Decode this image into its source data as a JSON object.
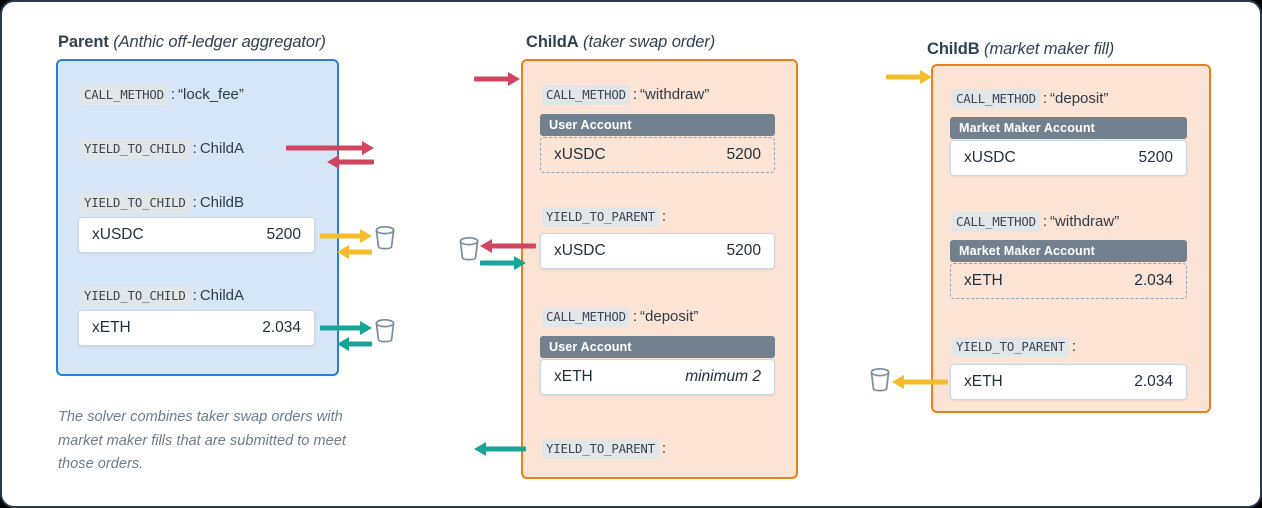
{
  "diagram": {
    "title_hint": "Anthic off-ledger aggregator parent/child transaction diagram",
    "colors": {
      "parent_fill": "#d6e6f7",
      "parent_border": "#2a7fd4",
      "child_fill": "#fbe4d5",
      "child_border": "#e8801c",
      "account_header": "#73818f",
      "arrow_red": "#cf4660",
      "arrow_teal": "#16a597",
      "arrow_yellow": "#f5bc2b",
      "keyword_chip": "#e3e6e9",
      "text": "#2f3b47",
      "caption_text": "#6d7c8c",
      "bucket_outline": "#7b8c9c"
    }
  },
  "columns": [
    {
      "id": "parent",
      "title_bold": "Parent",
      "title_italic": "(Anthic off-ledger aggregator)",
      "rows": [
        {
          "keyword": "CALL_METHOD",
          "sep": ":",
          "value": "“lock_fee”"
        },
        {
          "keyword": "YIELD_TO_CHILD",
          "sep": ":",
          "value": "ChildA"
        },
        {
          "keyword": "YIELD_TO_CHILD",
          "sep": ":",
          "value": "ChildB",
          "resource": {
            "name": "xUSDC",
            "amount": "5200",
            "style": "solid"
          }
        },
        {
          "keyword": "YIELD_TO_CHILD",
          "sep": ":",
          "value": "ChildA",
          "resource": {
            "name": "xETH",
            "amount": "2.034",
            "style": "solid"
          }
        }
      ],
      "caption": "The solver combines taker swap orders with market maker fills that are submitted to meet those orders."
    },
    {
      "id": "childA",
      "title_bold": "ChildA",
      "title_italic": "(taker swap order)",
      "rows": [
        {
          "keyword": "CALL_METHOD",
          "sep": ":",
          "value": "“withdraw”",
          "account": "User Account",
          "resource": {
            "name": "xUSDC",
            "amount": "5200",
            "style": "dashed"
          }
        },
        {
          "keyword": "YIELD_TO_PARENT",
          "sep": ":",
          "value": "",
          "resource": {
            "name": "xUSDC",
            "amount": "5200",
            "style": "solid"
          }
        },
        {
          "keyword": "CALL_METHOD",
          "sep": ":",
          "value": "“deposit”",
          "account": "User Account",
          "resource": {
            "name": "xETH",
            "amount": "minimum 2",
            "style": "solid",
            "italic_amount": true
          }
        },
        {
          "keyword": "YIELD_TO_PARENT",
          "sep": ":",
          "value": ""
        }
      ]
    },
    {
      "id": "childB",
      "title_bold": "ChildB",
      "title_italic": "(market maker fill)",
      "rows": [
        {
          "keyword": "CALL_METHOD",
          "sep": ":",
          "value": "“deposit”",
          "account": "Market Maker Account",
          "resource": {
            "name": "xUSDC",
            "amount": "5200",
            "style": "solid"
          }
        },
        {
          "keyword": "CALL_METHOD",
          "sep": ":",
          "value": "“withdraw”",
          "account": "Market Maker Account",
          "resource": {
            "name": "xETH",
            "amount": "2.034",
            "style": "dashed"
          }
        },
        {
          "keyword": "YIELD_TO_PARENT",
          "sep": ":",
          "value": "",
          "resource": {
            "name": "xETH",
            "amount": "2.034",
            "style": "solid"
          }
        }
      ]
    }
  ],
  "icons": {
    "bucket": "bucket-icon",
    "arrow_right": "arrow-right-icon",
    "arrow_left": "arrow-left-icon"
  }
}
